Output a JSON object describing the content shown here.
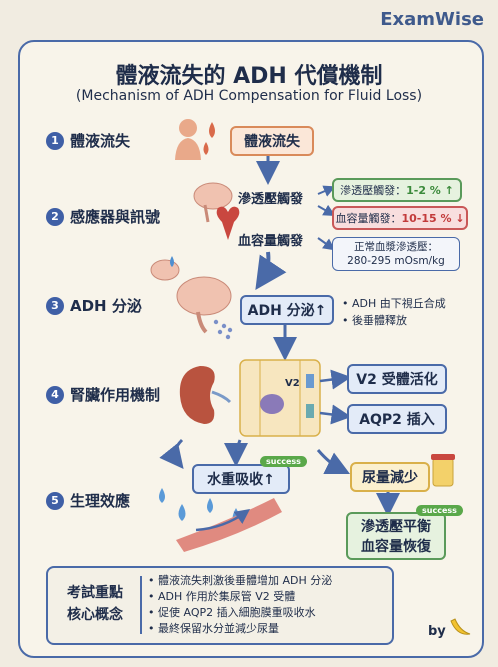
{
  "brand": "ExamWise",
  "title": "體液流失的 ADH 代償機制",
  "subtitle": "(Mechanism of ADH Compensation for Fluid Loss)",
  "steps": [
    {
      "num": "1",
      "label": "體液流失"
    },
    {
      "num": "2",
      "label": "感應器與訊號"
    },
    {
      "num": "3",
      "label": "ADH 分泌"
    },
    {
      "num": "4",
      "label": "腎臟作用機制"
    },
    {
      "num": "5",
      "label": "生理效應"
    }
  ],
  "boxes": {
    "fluid_loss": "體液流失",
    "osmo_trigger": "滲透壓觸發",
    "volume_trigger": "血容量觸發",
    "osmo_threshold_label": "滲透壓觸發：",
    "osmo_threshold_value": "1-2 % ↑",
    "volume_threshold_label": "血容量觸發：",
    "volume_threshold_value": "10-15 % ↓",
    "normal_osm_line1": "正常血漿滲透壓：",
    "normal_osm_line2": "280-295 mOsm/kg",
    "adh_secretion": "ADH 分泌↑",
    "adh_note1": "• ADH 由下視丘合成",
    "adh_note2": "• 後垂體釋放",
    "v2_small": "V2",
    "v2_activation": "V2 受體活化",
    "aqp2_insertion": "AQP2 插入",
    "water_reabsorption": "水重吸收↑",
    "urine_decrease": "尿量減少",
    "balance_line1": "滲透壓平衡",
    "balance_line2": "血容量恢復",
    "success_badge": "success"
  },
  "summary": {
    "heading_line1": "考試重點",
    "heading_line2": "核心概念",
    "items": [
      "• 體液流失刺激後垂體增加 ADH 分泌",
      "• ADH 作用於集尿管 V2 受體",
      "• 促使 AQP2 插入細胞膜重吸收水",
      "• 最終保留水分並減少尿量"
    ]
  },
  "byline": "by",
  "icons": [
    "person-icon",
    "water-drop-icon",
    "brain-icon",
    "heart-icon",
    "kidney-icon",
    "cell-icon",
    "urine-cup-icon",
    "blood-vessel-icon",
    "banana-icon"
  ],
  "colors": {
    "accent": "#3f5fa6",
    "orange": "#d98a5a",
    "green": "#5a9a5a",
    "red": "#c95858",
    "yellow": "#d9b04a"
  }
}
